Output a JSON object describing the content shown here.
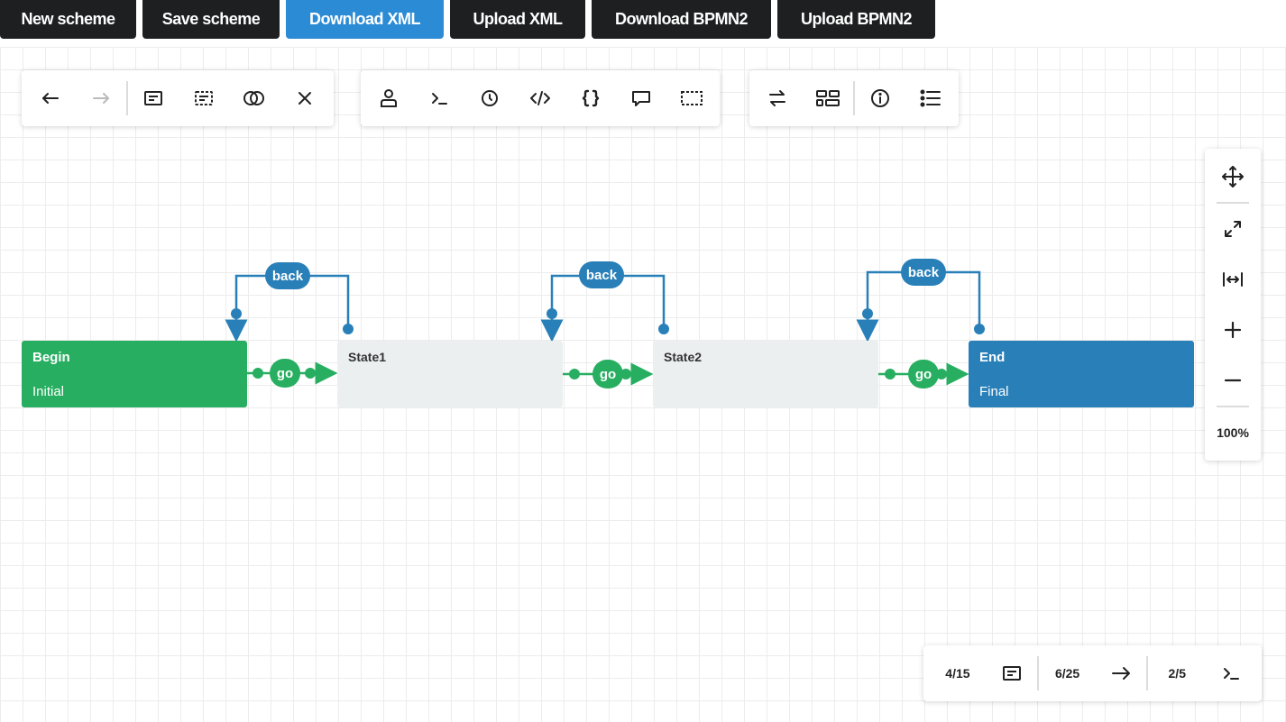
{
  "topbar": {
    "buttons": [
      "New scheme",
      "Save scheme",
      "Download XML",
      "Upload XML",
      "Download BPMN2",
      "Upload BPMN2"
    ],
    "active_button": "Download XML"
  },
  "toolbar": {
    "group1": [
      "undo-icon",
      "redo-icon",
      "activity-icon",
      "select-area-icon",
      "toggle-icon",
      "close-icon"
    ],
    "group2": [
      "actor-icon",
      "command-icon",
      "timer-icon",
      "code-icon",
      "parameters-icon",
      "comment-icon",
      "area-icon"
    ],
    "group3": [
      "swap-icon",
      "layout-icon",
      "info-icon",
      "list-icon"
    ]
  },
  "nodes": {
    "begin": {
      "title": "Begin",
      "subtitle": "Initial"
    },
    "state1": {
      "title": "State1"
    },
    "state2": {
      "title": "State2"
    },
    "end": {
      "title": "End",
      "subtitle": "Final"
    }
  },
  "edges": {
    "back_label": "back",
    "go_label": "go"
  },
  "zoom_panel": {
    "icons": [
      "move-icon",
      "expand-icon",
      "fit-width-icon",
      "zoom-in-icon",
      "zoom-out-icon"
    ],
    "level": "100%"
  },
  "stats": {
    "activities": "4/15",
    "transitions": "6/25",
    "commands": "2/5"
  },
  "colors": {
    "green": "#27ae60",
    "blue": "#2980b9",
    "gray": "#eceff0",
    "topbar": "#1e1f21",
    "accent": "#2c8bd5"
  }
}
